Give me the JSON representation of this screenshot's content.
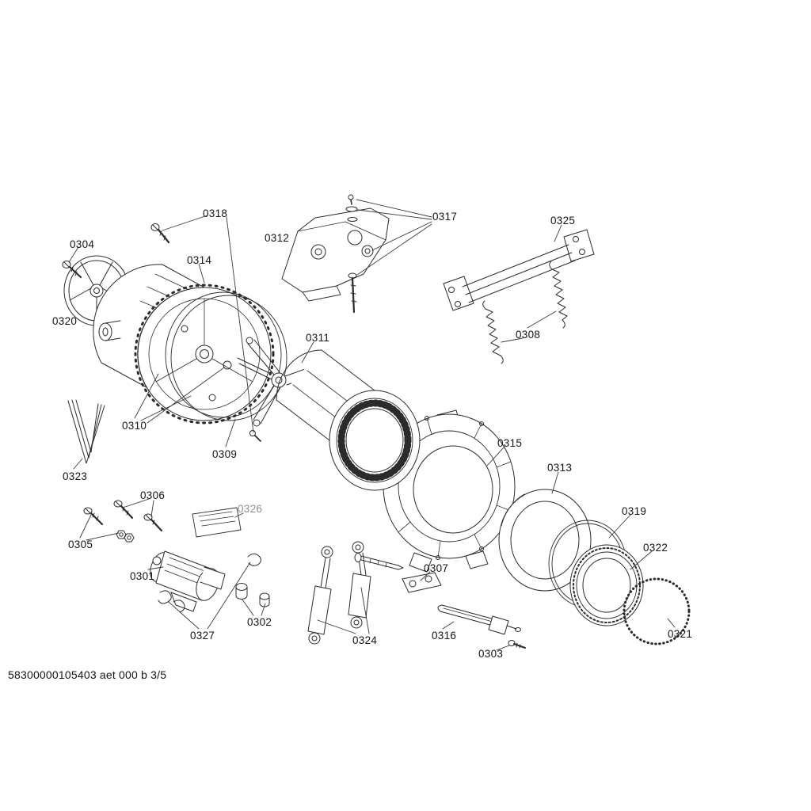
{
  "footer": {
    "text": "58300000105403 aet 000 b 3/5"
  },
  "colors": {
    "background": "#ffffff",
    "label": "#141414",
    "muted_label": "#8f8f8f",
    "line": "#2b2b2b",
    "leader_line": "#3a3a3a"
  },
  "parts": {
    "0301": {
      "label": "0301"
    },
    "0302": {
      "label": "0302"
    },
    "0303": {
      "label": "0303"
    },
    "0304": {
      "label": "0304"
    },
    "0305": {
      "label": "0305"
    },
    "0306": {
      "label": "0306"
    },
    "0307": {
      "label": "0307"
    },
    "0308": {
      "label": "0308"
    },
    "0309": {
      "label": "0309"
    },
    "0310": {
      "label": "0310"
    },
    "0311": {
      "label": "0311"
    },
    "0312": {
      "label": "0312"
    },
    "0313": {
      "label": "0313"
    },
    "0314": {
      "label": "0314"
    },
    "0315": {
      "label": "0315"
    },
    "0316": {
      "label": "0316"
    },
    "0317": {
      "label": "0317"
    },
    "0318": {
      "label": "0318"
    },
    "0319": {
      "label": "0319"
    },
    "0320": {
      "label": "0320"
    },
    "0321": {
      "label": "0321"
    },
    "0322": {
      "label": "0322"
    },
    "0323": {
      "label": "0323"
    },
    "0324": {
      "label": "0324"
    },
    "0325": {
      "label": "0325"
    },
    "0326": {
      "label": "0326",
      "muted": true
    },
    "0327": {
      "label": "0327"
    }
  }
}
